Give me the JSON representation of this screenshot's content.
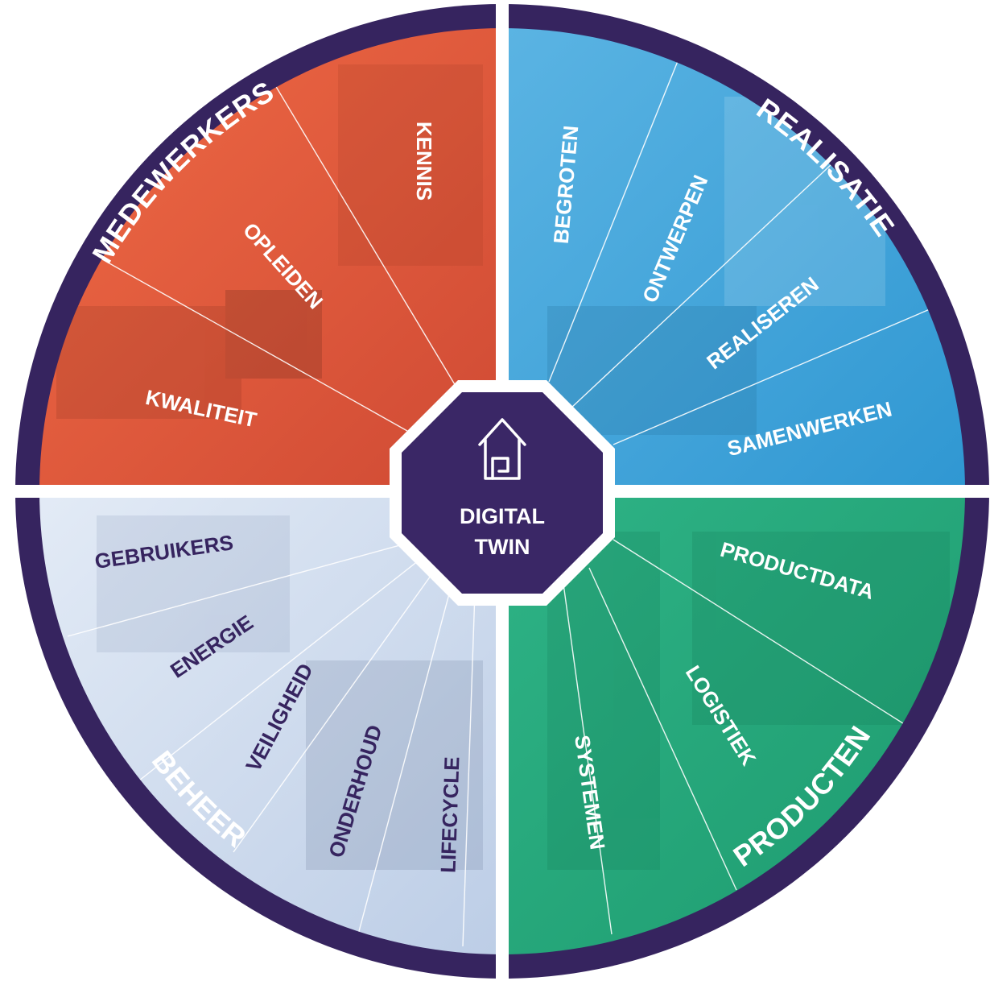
{
  "center": {
    "line1": "DIGITAL",
    "line2": "TWIN",
    "icon": "house-icon",
    "color": "#3a2766"
  },
  "ring_color": "#36245f",
  "quadrants": {
    "top_left": {
      "title": "MEDEWERKERS",
      "color": "#e2583a",
      "items": [
        "KENNIS",
        "OPLEIDEN",
        "KWALITEIT"
      ]
    },
    "top_right": {
      "title": "REALISATIE",
      "color": "#3ea5d9",
      "items": [
        "BEGROTEN",
        "ONTWERPEN",
        "REALISEREN",
        "SAMENWERKEN"
      ]
    },
    "bottom_left": {
      "title": "BEHEER",
      "color": "#d2def0",
      "items": [
        "GEBRUIKERS",
        "ENERGIE",
        "VEILIGHEID",
        "ONDERHOUD",
        "LIFECYCLE"
      ]
    },
    "bottom_right": {
      "title": "PRODUCTEN",
      "color": "#22a97a",
      "items": [
        "PRODUCTDATA",
        "LOGISTIEK",
        "SYSTEMEN"
      ]
    }
  }
}
